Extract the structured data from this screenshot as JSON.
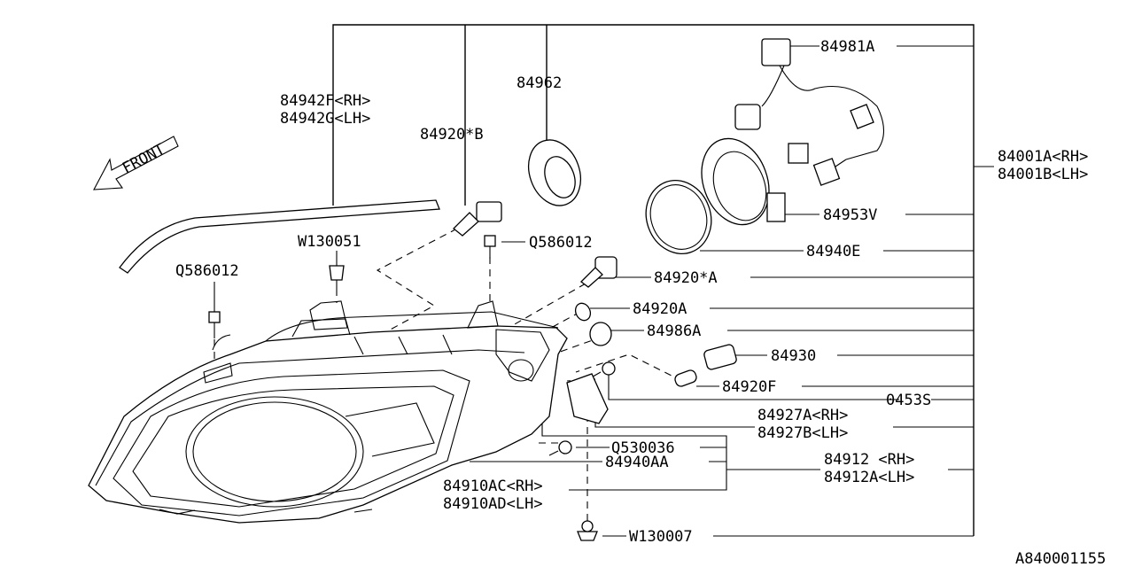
{
  "diagram": {
    "front_label": "FRONT",
    "ref_code": "A840001155",
    "callouts": {
      "c84981A": "84981A",
      "c84962": "84962",
      "c84942F": "84942F<RH>",
      "c84942G": "84942G<LH>",
      "c84920B": "84920*B",
      "c84001A": "84001A<RH>",
      "c84001B": "84001B<LH>",
      "c84953V": "84953V",
      "cW130051": "W130051",
      "cQ586012a": "Q586012",
      "cQ586012b": "Q586012",
      "c84940E": "84940E",
      "c84920A_star": "84920*A",
      "c84920A": "84920A",
      "c84986A": "84986A",
      "c84930": "84930",
      "c84920F": "84920F",
      "c0453S": "0453S",
      "c84927A": "84927A<RH>",
      "c84927B": "84927B<LH>",
      "cQ530036": "Q530036",
      "c84940AA": "84940AA",
      "c84912": "84912 <RH>",
      "c84912A": "84912A<LH>",
      "c84910AC": "84910AC<RH>",
      "c84910AD": "84910AD<LH>",
      "cW130007": "W130007"
    }
  }
}
